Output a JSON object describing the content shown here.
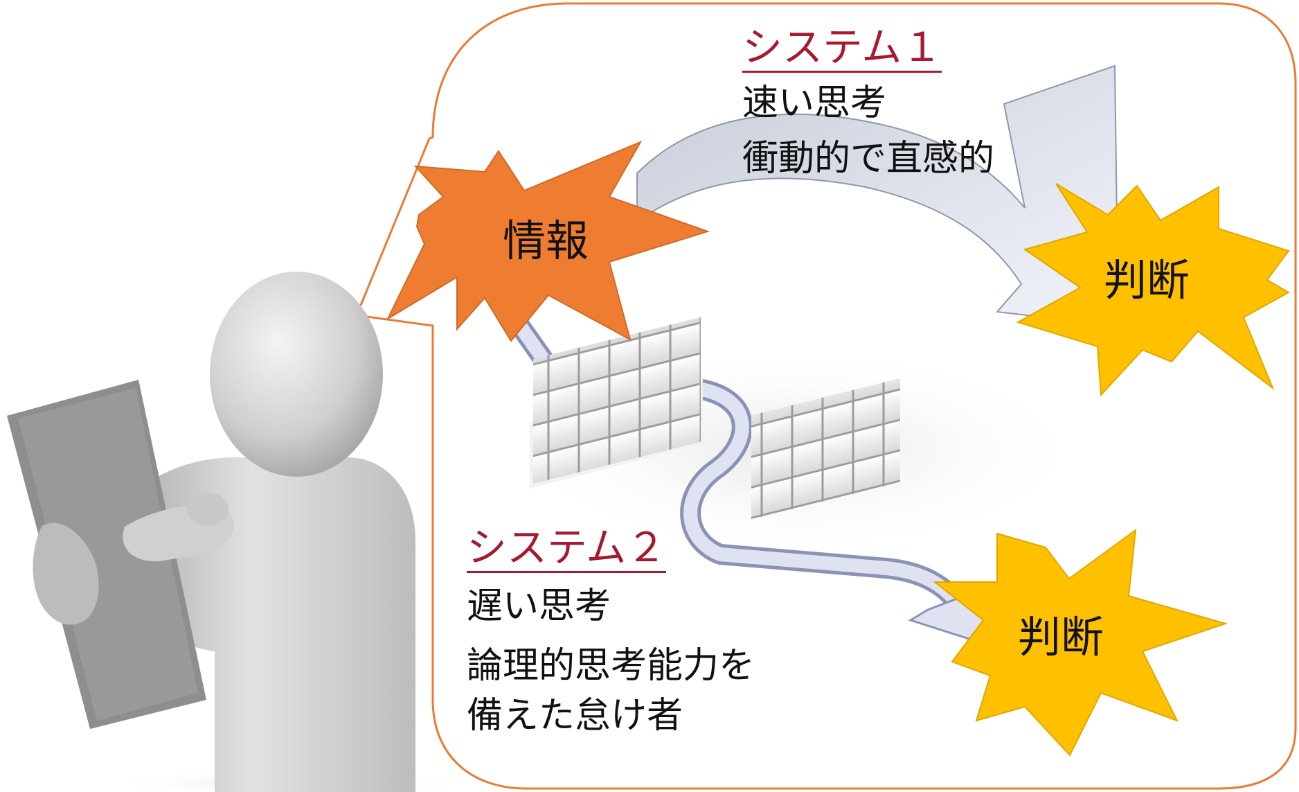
{
  "colors": {
    "bubble_border": "#E97B33",
    "system_title": "#A6192E",
    "info_burst": "#EE7D31",
    "judgment_burst": "#FFC000",
    "text": "#111111"
  },
  "icons": {
    "person": "person-reading-document-icon",
    "path": "winding-path-between-block-walls-icon",
    "fast_arrow": "curved-arrow-icon"
  },
  "system1": {
    "title": "システム１",
    "lines": [
      "速い思考",
      "衝動的で直感的"
    ]
  },
  "system2": {
    "title": "システム２",
    "lines": [
      "遅い思考",
      "論理的思考能力を",
      "備えた怠け者"
    ]
  },
  "bursts": {
    "info": "情報",
    "judgment_top": "判断",
    "judgment_bottom": "判断"
  }
}
